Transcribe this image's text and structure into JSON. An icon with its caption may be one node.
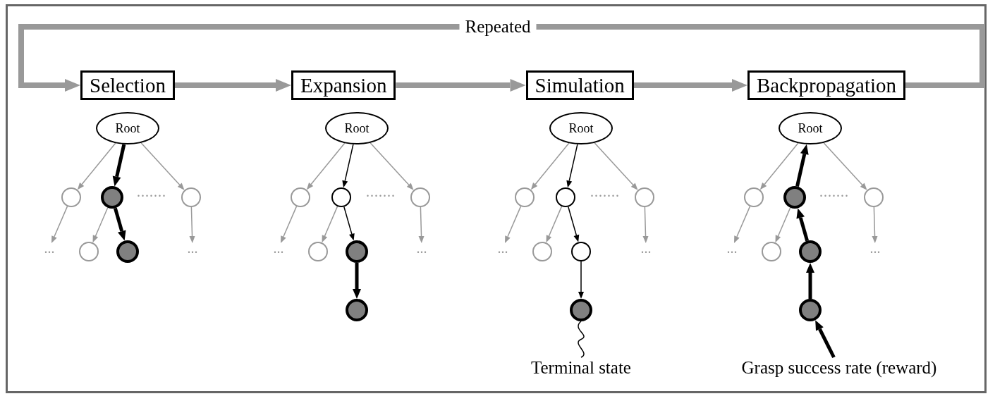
{
  "diagram": {
    "nodes": [
      {
        "text": [
          "Selection"
        ]
      },
      {
        "text": [
          "Expansion"
        ]
      },
      {
        "text": [
          "Simulation"
        ]
      },
      {
        "text": [
          "Backpropagation"
        ]
      },
      {
        "text": [
          "Root"
        ]
      },
      {
        "text": [],
        "shape": "circle"
      },
      {
        "text": [],
        "shape": "circle"
      },
      {
        "text": [],
        "shape": "circle"
      },
      {
        "text": [
          "..."
        ]
      },
      {
        "text": [],
        "shape": "circle"
      },
      {
        "text": [],
        "shape": "circle"
      },
      {
        "text": [
          "..."
        ]
      },
      {
        "text": [
          "Root"
        ]
      },
      {
        "text": [],
        "shape": "circle"
      },
      {
        "text": [],
        "shape": "circle"
      },
      {
        "text": [],
        "shape": "circle"
      },
      {
        "text": [
          "..."
        ]
      },
      {
        "text": [],
        "shape": "circle"
      },
      {
        "text": [],
        "shape": "circle"
      },
      {
        "text": [
          "..."
        ]
      },
      {
        "text": [],
        "shape": "circle"
      },
      {
        "text": [
          "Root"
        ]
      },
      {
        "text": [],
        "shape": "circle"
      },
      {
        "text": [],
        "shape": "circle"
      },
      {
        "text": [],
        "shape": "circle"
      },
      {
        "text": [
          "..."
        ]
      },
      {
        "text": [],
        "shape": "circle"
      },
      {
        "text": [],
        "shape": "circle"
      },
      {
        "text": [
          "..."
        ]
      },
      {
        "text": [],
        "shape": "circle"
      },
      {
        "text": [
          "Terminal state"
        ]
      },
      {
        "text": [
          "Root"
        ]
      },
      {
        "text": [],
        "shape": "circle"
      },
      {
        "text": [],
        "shape": "circle"
      },
      {
        "text": [],
        "shape": "circle"
      },
      {
        "text": [
          "..."
        ]
      },
      {
        "text": [],
        "shape": "circle"
      },
      {
        "text": [],
        "shape": "circle"
      },
      {
        "text": [
          "..."
        ]
      },
      {
        "text": [],
        "shape": "circle"
      },
      {
        "text": [
          "Grasp success rate (reward)"
        ]
      }
    ],
    "edges": [
      {
        "from": 0,
        "to": 1,
        "arrow": "to",
        "style": "thick"
      },
      {
        "from": 1,
        "to": 2,
        "arrow": "to",
        "style": "thick"
      },
      {
        "from": 2,
        "to": 3,
        "arrow": "to",
        "style": "thick"
      },
      {
        "from": 3,
        "to": 0,
        "arrow": "to",
        "style": "thick",
        "label": "Repeated"
      },
      {
        "from": 4,
        "to": 5,
        "arrow": "to"
      },
      {
        "from": 4,
        "to": 6,
        "arrow": "to",
        "style": "thick",
        "color": "#000000"
      },
      {
        "from": 4,
        "to": 7,
        "arrow": "to"
      },
      {
        "from": 5,
        "to": 8,
        "arrow": "to"
      },
      {
        "from": 6,
        "to": 9,
        "arrow": "to"
      },
      {
        "from": 6,
        "to": 10,
        "arrow": "to",
        "style": "thick",
        "color": "#000000"
      },
      {
        "from": 7,
        "to": 11,
        "arrow": "to"
      },
      {
        "from": 12,
        "to": 13,
        "arrow": "to"
      },
      {
        "from": 12,
        "to": 14,
        "arrow": "to",
        "color": "#000000"
      },
      {
        "from": 12,
        "to": 15,
        "arrow": "to"
      },
      {
        "from": 13,
        "to": 16,
        "arrow": "to"
      },
      {
        "from": 14,
        "to": 17,
        "arrow": "to"
      },
      {
        "from": 14,
        "to": 18,
        "arrow": "to",
        "color": "#000000"
      },
      {
        "from": 15,
        "to": 19,
        "arrow": "to"
      },
      {
        "from": 18,
        "to": 20,
        "arrow": "to",
        "style": "thick",
        "color": "#000000"
      },
      {
        "from": 21,
        "to": 22,
        "arrow": "to"
      },
      {
        "from": 21,
        "to": 23,
        "arrow": "to",
        "color": "#000000"
      },
      {
        "from": 21,
        "to": 24,
        "arrow": "to"
      },
      {
        "from": 22,
        "to": 25,
        "arrow": "to"
      },
      {
        "from": 23,
        "to": 26,
        "arrow": "to"
      },
      {
        "from": 23,
        "to": 27,
        "arrow": "to",
        "color": "#000000"
      },
      {
        "from": 24,
        "to": 28,
        "arrow": "to"
      },
      {
        "from": 27,
        "to": 29,
        "arrow": "to",
        "color": "#000000"
      },
      {
        "from": 29,
        "to": 30,
        "arrow": "none",
        "color": "#000000"
      },
      {
        "from": 31,
        "to": 32,
        "arrow": "to"
      },
      {
        "from": 33,
        "to": 31,
        "arrow": "to",
        "style": "thick",
        "color": "#000000"
      },
      {
        "from": 31,
        "to": 34,
        "arrow": "to"
      },
      {
        "from": 32,
        "to": 35,
        "arrow": "to"
      },
      {
        "from": 33,
        "to": 36,
        "arrow": "to"
      },
      {
        "from": 37,
        "to": 33,
        "arrow": "to",
        "style": "thick",
        "color": "#000000"
      },
      {
        "from": 34,
        "to": 38,
        "arrow": "to"
      },
      {
        "from": 39,
        "to": 37,
        "arrow": "to",
        "style": "thick",
        "color": "#000000"
      },
      {
        "from": 40,
        "to": 39,
        "arrow": "to",
        "style": "thick",
        "color": "#000000"
      }
    ],
    "labels": [
      ".......",
      ".......",
      ".......",
      "......."
    ]
  }
}
